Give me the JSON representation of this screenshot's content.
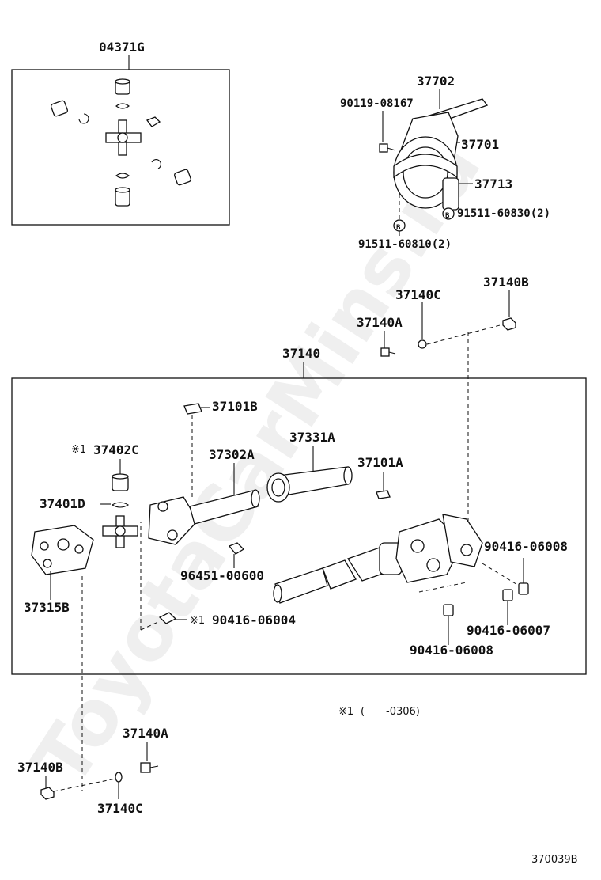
{
  "watermark": "ToyotaCarMins.ru",
  "labels": {
    "kit": "04371G",
    "bracket": "37702",
    "bolt_top": "90119-08167",
    "support": "37701",
    "cushion": "37713",
    "bolt_b1": "91511-60830(2)",
    "bolt_b2": "91511-60810(2)",
    "marker_b": "B",
    "c_top": "37140C",
    "b_top": "37140B",
    "a_top": "37140A",
    "assembly": "37140",
    "weight1": "37101B",
    "tube": "37331A",
    "mark1": "※1",
    "cap": "37402C",
    "shaft": "37302A",
    "weight2": "37101A",
    "snap": "37401D",
    "yoke": "37315B",
    "grease": "96451-00600",
    "bolt_f": "90416-06004",
    "bolt_r1": "90416-06008",
    "bolt_r2": "90416-06007",
    "bolt_r3": "90416-06008",
    "note_mark": "※1",
    "note_paren_open": "(",
    "note_range": "-0306)",
    "a_bot": "37140A",
    "b_bot": "37140B",
    "c_bot": "37140C",
    "diagram_code": "370039B"
  }
}
